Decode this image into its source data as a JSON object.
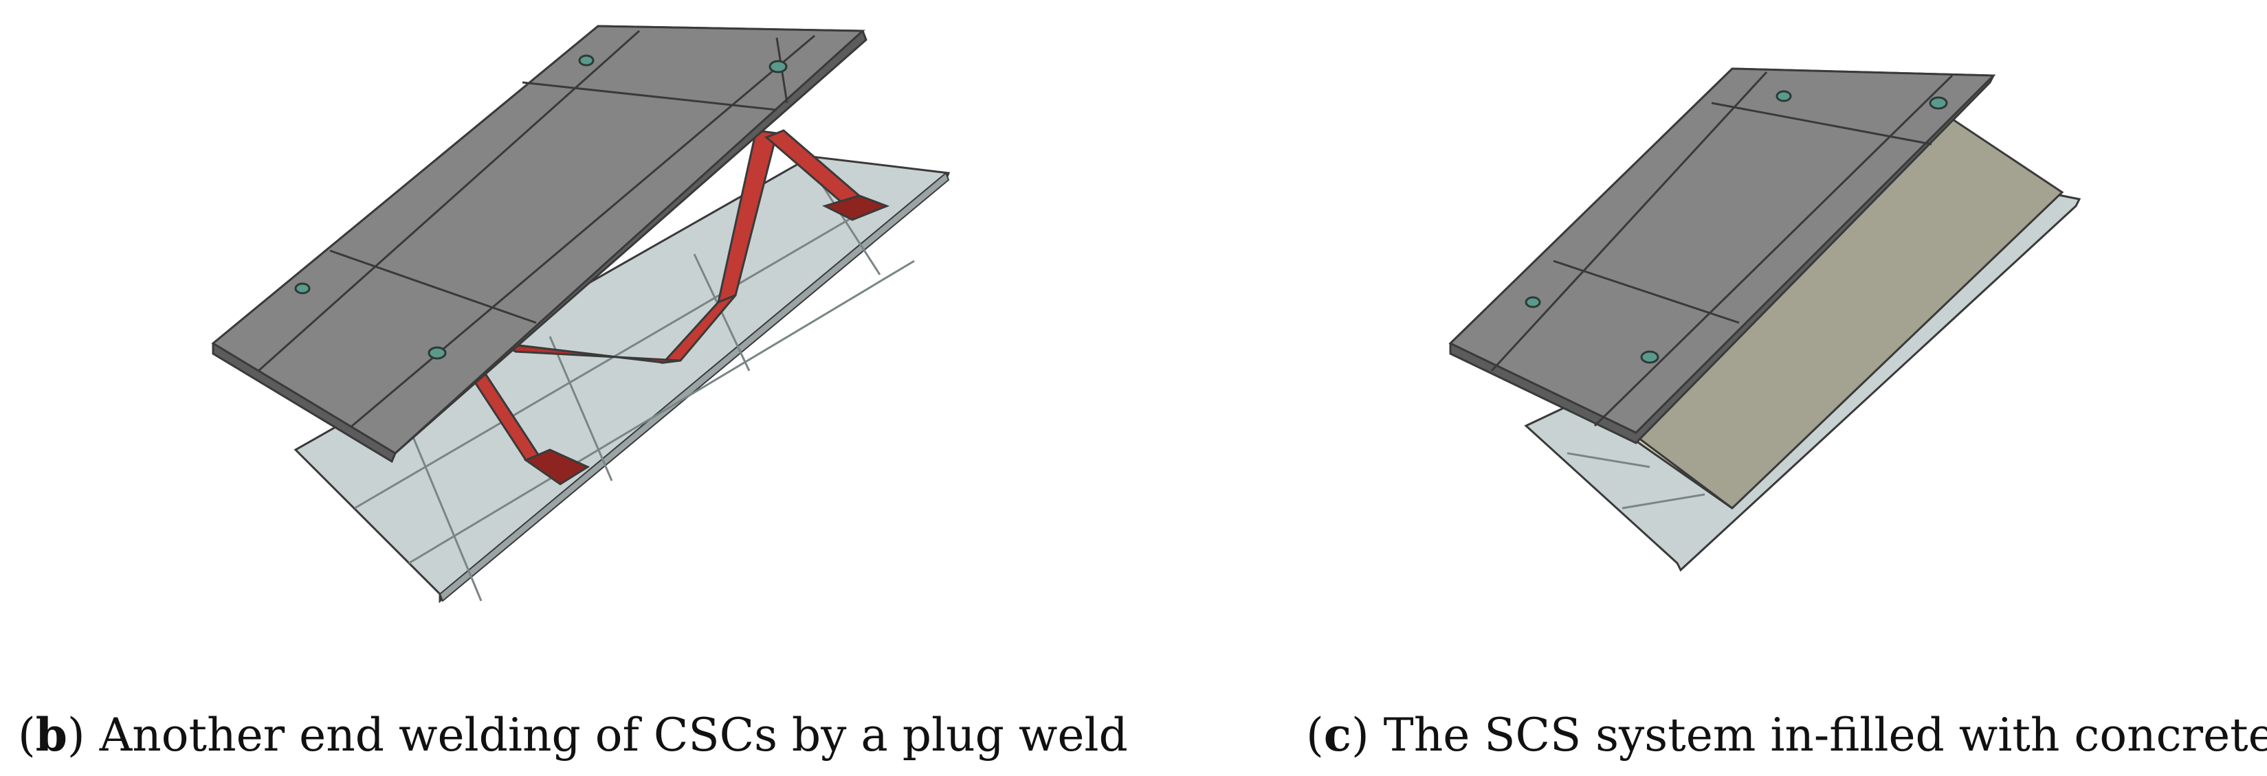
{
  "panels": [
    {
      "letter": "b",
      "caption_text": "Another end welding of CSCs by a plug weld",
      "components": [
        "top steel plate",
        "bottom steel plate",
        "CSC connector",
        "plug welds"
      ]
    },
    {
      "letter": "c",
      "caption_text": "The SCS system in-filled with concrete",
      "components": [
        "top steel plate",
        "bottom steel plate",
        "concrete core",
        "plug welds"
      ]
    }
  ],
  "colors": {
    "steel_top": "#858585",
    "steel_top_edge": "#5c5c5c",
    "steel_bottom": "#c8d2d2",
    "steel_bottom_edge": "#9aa4a4",
    "connector": "#c23a34",
    "connector_dark": "#8e2420",
    "concrete_light": "#d6d3bb",
    "concrete_dark": "#a4a290",
    "weld_dot": "#5a9a8c",
    "outline": "#3a3a3a"
  }
}
